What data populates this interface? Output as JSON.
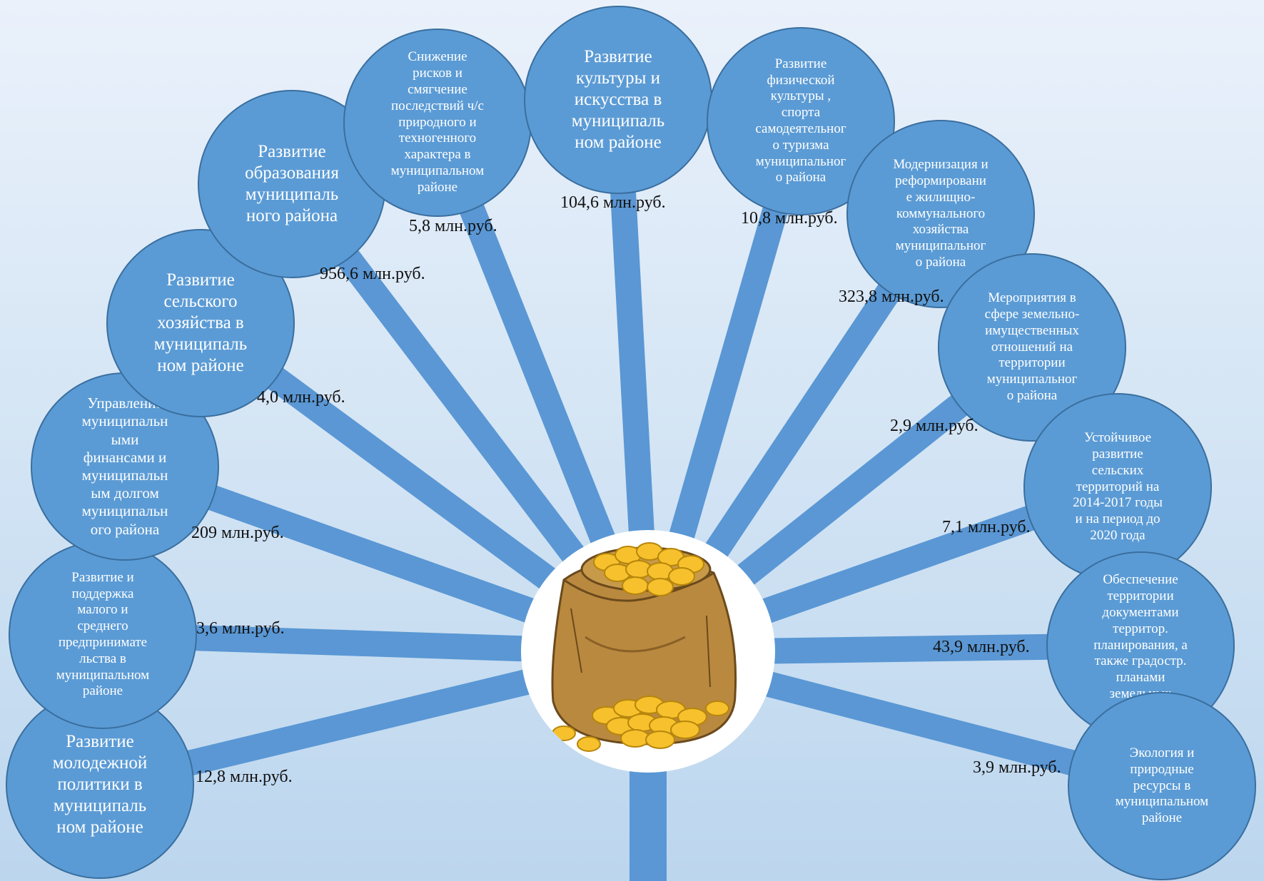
{
  "programs": [
    {
      "id": "youth",
      "label": "Развитие молодежной политики в муниципаль ном районе",
      "amount": "12,8 млн.руб."
    },
    {
      "id": "small-business",
      "label": "Развитие и поддержка малого и среднего предпринимате льства в муниципальном районе",
      "amount": "3,6 млн.руб."
    },
    {
      "id": "finance",
      "label": "Управление муниципальн ыми финансами и муниципальн ым долгом муниципальн ого района",
      "amount": "209 млн.руб."
    },
    {
      "id": "agriculture",
      "label": "Развитие сельского хозяйства в муниципаль ном районе",
      "amount": "4,0 млн.руб."
    },
    {
      "id": "education",
      "label": "Развитие образования муниципаль ного района",
      "amount": "956,6 млн.руб."
    },
    {
      "id": "emergency",
      "label": "Снижение рисков и смягчение последствий ч/с природного и техногенного характера в муниципальном районе",
      "amount": "5,8 млн.руб."
    },
    {
      "id": "culture",
      "label": "Развитие культуры и искусства в муниципаль ном районе",
      "amount": "104,6 млн.руб."
    },
    {
      "id": "sport",
      "label": "Развитие физической культуры , спорта самодеятельног о туризма муниципальног о района",
      "amount": "10,8 млн.руб."
    },
    {
      "id": "housing",
      "label": "Модернизация и реформировани е жилищно- коммунального хозяйства муниципальног о района",
      "amount": "323,8 млн.руб."
    },
    {
      "id": "land-property",
      "label": "Мероприятия в сфере земельно- имущественных отношений на территории муниципальног о района",
      "amount": "2,9 млн.руб."
    },
    {
      "id": "rural",
      "label": "Устойчивое развитие сельских территорий на 2014-2017 годы и на период до 2020 года",
      "amount": "7,1 млн.руб."
    },
    {
      "id": "planning",
      "label": "Обеспечение территории документами территор. планирования, а также градостр. планами земельных участков",
      "amount": "43,9 млн.руб."
    },
    {
      "id": "ecology",
      "label": "Экология и природные ресурсы в муниципальном районе",
      "amount": "3,9 млн.руб."
    }
  ],
  "hub": {
    "icon": "money-bag-icon"
  },
  "colors": {
    "circle": "#5b9bd5",
    "spoke": "#5a97d4",
    "border": "#3a6f9f"
  }
}
